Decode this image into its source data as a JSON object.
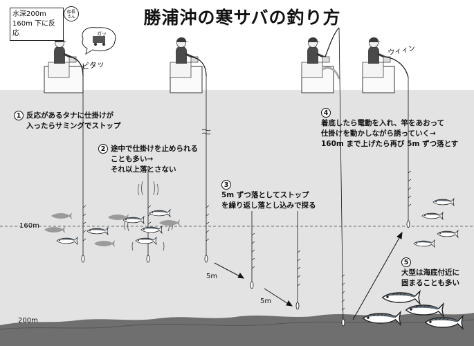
{
  "title": "勝浦沖の寒サバの釣り方",
  "depth_box": {
    "line1": "水深200m",
    "line2": "160m 下に反応"
  },
  "badge": {
    "line1": "船長",
    "line2": "さん"
  },
  "depth_labels": {
    "d160": "160m",
    "d200": "200m"
  },
  "sound_effects": {
    "pitatt": "ピタッ",
    "uiin": "ウィィン",
    "ga": "ガッ"
  },
  "steps": {
    "s1": {
      "num": "1",
      "line1": "反応があるタナに仕掛けが",
      "line2": "入ったらサミングでストップ"
    },
    "s2": {
      "num": "2",
      "line1": "途中で仕掛けを止められる",
      "line2": "ことも多い→",
      "line3": "それ以上落とさない"
    },
    "s3": {
      "num": "3",
      "line1": "5m ずつ落としてストップ",
      "line2": "を繰り返し落とし込みで探る"
    },
    "s4": {
      "num": "4",
      "line1": "着底したら電動を入れ、竿をあおって",
      "line2": "仕掛けを動かしながら誘っていく→",
      "line3": "160m まで上げたら再び 5m ずつ落とす"
    },
    "s5": {
      "num": "5",
      "line1": "大型は海底付近に",
      "line2": "固まることも多い"
    }
  },
  "distance_labels": {
    "a": "5m",
    "b": "5m"
  },
  "colors": {
    "sea": "#e3e3e3",
    "seabed": "#6f6f6f",
    "fish_back": "#7a8590",
    "text": "#111111"
  }
}
